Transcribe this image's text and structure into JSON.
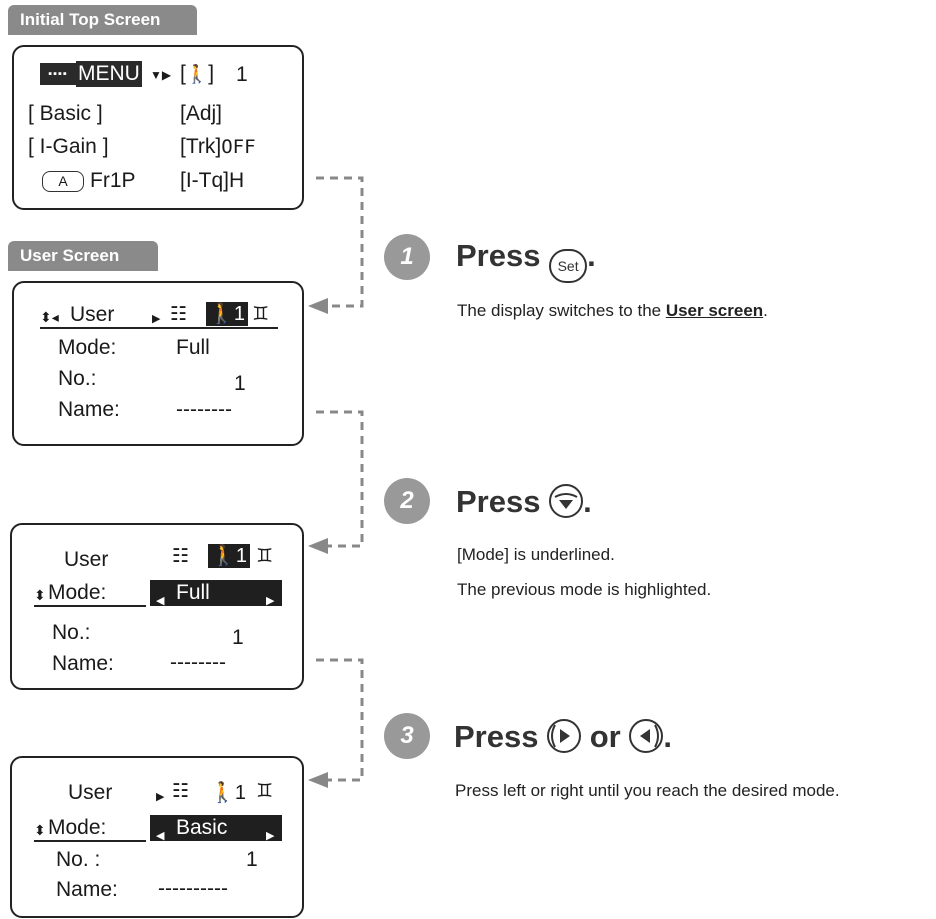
{
  "tags": {
    "initial_top": "Initial Top Screen",
    "user_screen": "User Screen"
  },
  "top_panel": {
    "menu_label": "MENU",
    "menu_icon_text": "▪▪▪▪",
    "person_value": "1",
    "basic": "[ Basic ]",
    "adj": "[Adj]",
    "igain": "[ I-Gain ]",
    "trk_label": "[Trk]",
    "trk_value": "OFF",
    "chip": "A",
    "fr": "Fr1P",
    "itq": "[I-Tq]H"
  },
  "user_panel_1": {
    "title": "User",
    "num": "1",
    "mode_label": "Mode:",
    "mode_value": "Full",
    "no_label": "No.:",
    "no_value": "1",
    "name_label": "Name:",
    "name_value": "--------"
  },
  "user_panel_2": {
    "title": "User",
    "num": "1",
    "mode_label": "Mode:",
    "mode_value": "Full",
    "no_label": "No.:",
    "no_value": "1",
    "name_label": "Name:",
    "name_value": "--------"
  },
  "user_panel_3": {
    "title": "User",
    "num": "1",
    "mode_label": "Mode:",
    "mode_value": "Basic",
    "no_label": "No. :",
    "no_value": "1",
    "name_label": "Name:",
    "name_value": "----------"
  },
  "steps": [
    {
      "num": "1",
      "press": "Press",
      "button": "Set",
      "end": ".",
      "desc_pre": "The display switches to the ",
      "desc_link": "User screen",
      "desc_post": "."
    },
    {
      "num": "2",
      "press": "Press",
      "end": ".",
      "desc1": "[Mode] is underlined.",
      "desc2": "The previous mode is highlighted."
    },
    {
      "num": "3",
      "press": "Press",
      "or": "or",
      "end": ".",
      "desc1": "Press left or right until you reach the desired mode."
    }
  ],
  "colors": {
    "tag_bg": "#8a8a8a",
    "step_circle": "#999999",
    "highlight": "#1f1f1f"
  }
}
